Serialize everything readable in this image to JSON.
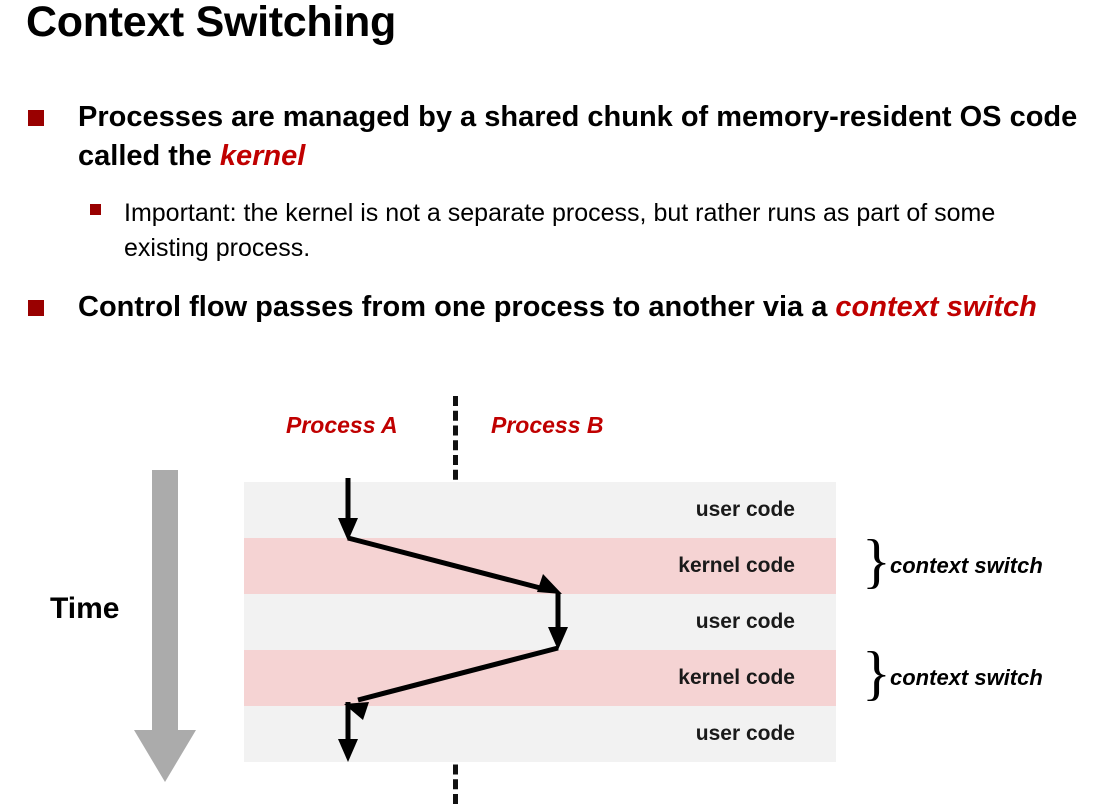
{
  "slide": {
    "title": "Context Switching"
  },
  "bullets": [
    {
      "level": 1,
      "text_before": "Processes are managed by a shared chunk of memory-resident OS code called the ",
      "emphasis": "kernel",
      "text_after": ""
    },
    {
      "level": 2,
      "text_before": "Important: the kernel is not a separate process, but rather runs as part of some existing process.",
      "emphasis": "",
      "text_after": ""
    },
    {
      "level": 1,
      "text_before": "Control flow passes from one process to another via a ",
      "emphasis": "context switch",
      "text_after": ""
    }
  ],
  "diagram": {
    "time_axis_label": "Time",
    "process_labels": [
      {
        "name": "process-a",
        "label": "Process A"
      },
      {
        "name": "process-b",
        "label": "Process B"
      }
    ],
    "bands": [
      {
        "kind": "user",
        "label": "user code"
      },
      {
        "kind": "kernel",
        "label": "kernel code"
      },
      {
        "kind": "user",
        "label": "user code"
      },
      {
        "kind": "kernel",
        "label": "kernel code"
      },
      {
        "kind": "user",
        "label": "user code"
      }
    ],
    "annotations": [
      {
        "brace": "}",
        "label": "context switch"
      },
      {
        "brace": "}",
        "label": "context switch"
      }
    ]
  },
  "colors": {
    "accent_red": "#C00000",
    "bullet_red": "#990000",
    "band_user": "#F2F2F2",
    "band_kernel": "#F5D3D3",
    "time_arrow_grey": "#ABABAB",
    "flow_line": "#000000"
  }
}
